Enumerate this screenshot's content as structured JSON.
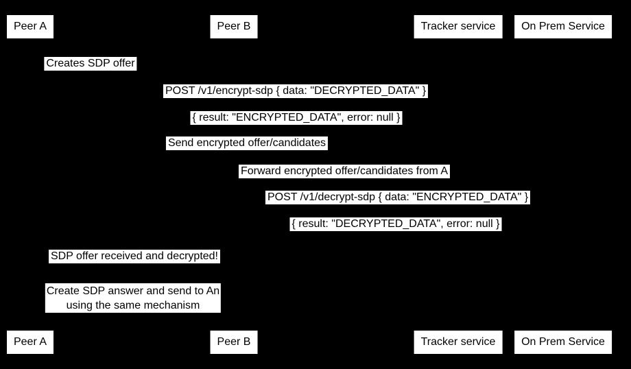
{
  "diagram": {
    "type": "sequence-diagram",
    "colors": {
      "background": "#000000",
      "box_fill": "#ffffff",
      "text": "#000000"
    },
    "actors": [
      {
        "id": "peer-a",
        "label": "Peer A"
      },
      {
        "id": "peer-b",
        "label": "Peer B"
      },
      {
        "id": "tracker",
        "label": "Tracker service"
      },
      {
        "id": "onprem",
        "label": "On Prem Service"
      }
    ],
    "messages": [
      {
        "text": "Creates SDP offer"
      },
      {
        "text": "POST /v1/encrypt-sdp { data: \"DECRYPTED_DATA\" }"
      },
      {
        "text": "{ result: \"ENCRYPTED_DATA\", error: null }"
      },
      {
        "text": "Send encrypted offer/candidates"
      },
      {
        "text": "Forward encrypted offer/candidates from A"
      },
      {
        "text": "POST /v1/decrypt-sdp { data: \"ENCRYPTED_DATA\" }"
      },
      {
        "text": "{ result: \"DECRYPTED_DATA\", error: null }"
      },
      {
        "text": "SDP offer received and decrypted!"
      }
    ],
    "note": {
      "line1": "Create SDP answer and send to An",
      "line2": "using the same mechanism"
    }
  }
}
